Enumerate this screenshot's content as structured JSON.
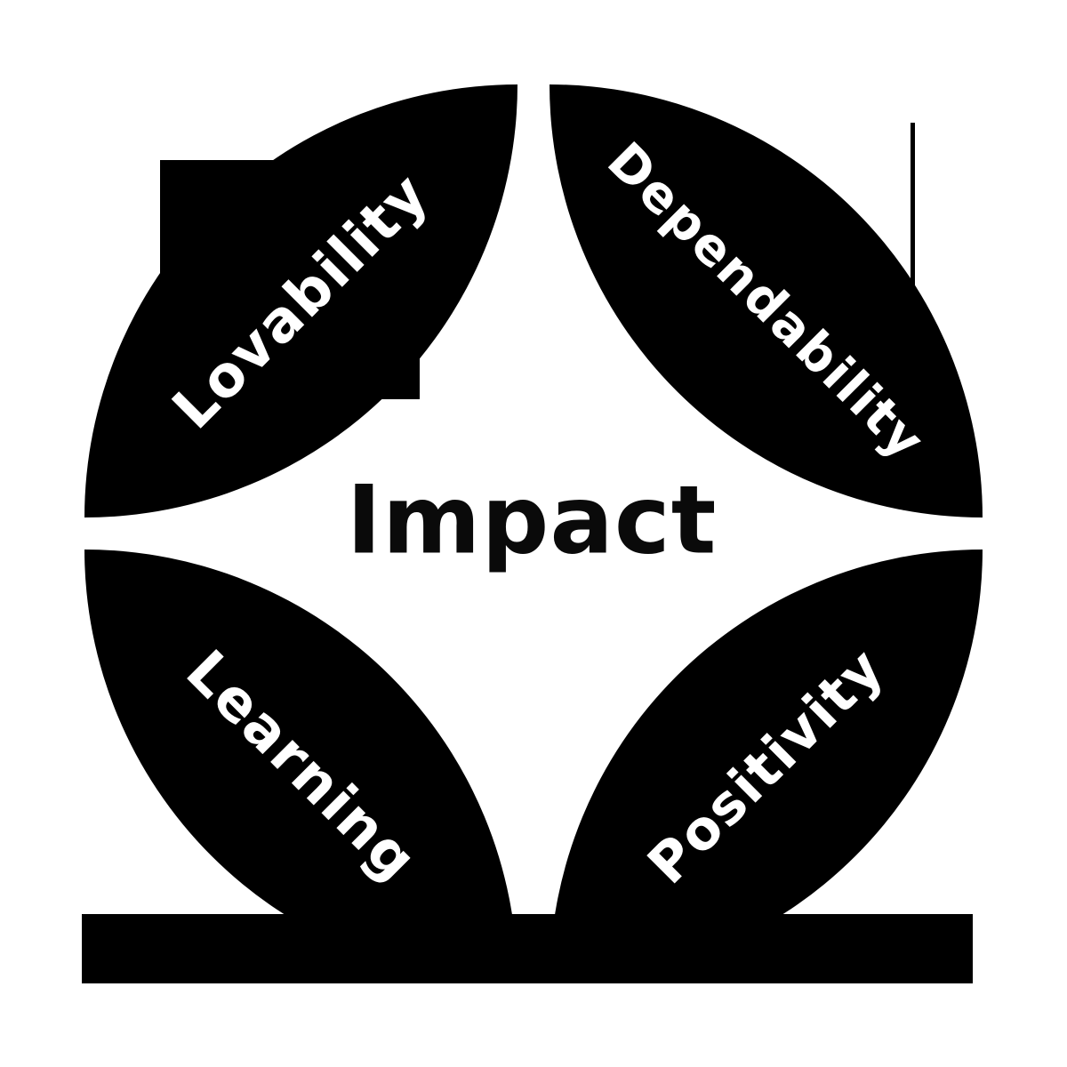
{
  "diagram": {
    "center_label": "Impact",
    "petals": [
      {
        "id": "lovability",
        "label": "Lovability",
        "position": "top-left"
      },
      {
        "id": "dependability",
        "label": "Dependability",
        "position": "top-right"
      },
      {
        "id": "learning",
        "label": "Learning",
        "position": "bottom-left"
      },
      {
        "id": "positivity",
        "label": "Positivity",
        "position": "bottom-right"
      }
    ],
    "colors": {
      "shape": "#000000",
      "background": "#ffffff",
      "petal-text": "#ffffff",
      "center-text": "#0a0a0a"
    }
  }
}
